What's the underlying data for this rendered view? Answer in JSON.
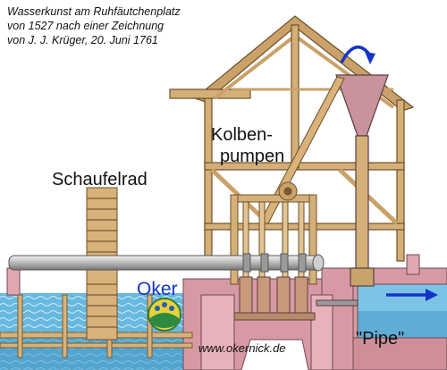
{
  "caption": {
    "line1": "Wasserkunst am Ruhfäutchenplatz",
    "line2": "von 1527 nach einer Zeichnung",
    "line3": "von J. J. Krüger, 20. Juni 1761"
  },
  "labels": {
    "kolben_line1": "Kolben-",
    "kolben_line2": "pumpen",
    "schaufelrad": "Schaufelrad",
    "oker": "Oker",
    "pipe": "\"Pipe\"",
    "website": "www.okernick.de"
  },
  "colors": {
    "water": "#5ab0d8",
    "timber": "#c9a46a",
    "stone": "#d9a0a8",
    "accent_blue": "#1533c8"
  },
  "icons": [
    "curved-arrow-icon",
    "right-arrow-icon",
    "okernick-logo-icon"
  ]
}
